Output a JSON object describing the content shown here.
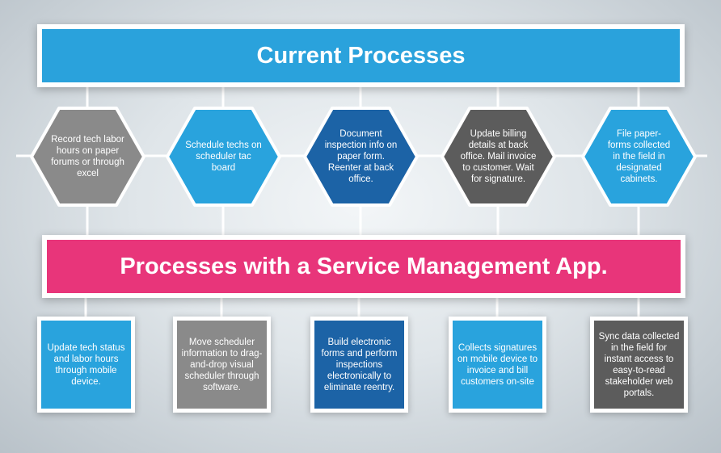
{
  "top_banner": {
    "title": "Current Processes",
    "color": "#2aa2dc"
  },
  "bottom_banner": {
    "title": "Processes with a Service Management App.",
    "color": "#e8357a"
  },
  "current_processes": [
    {
      "text": "Record tech labor hours on paper forums or through excel",
      "color": "#8a8a8a"
    },
    {
      "text": "Schedule techs on scheduler tac board",
      "color": "#29a3dd"
    },
    {
      "text": "Document inspection info on paper form. Reenter at back office.",
      "color": "#1c63a6"
    },
    {
      "text": "Update billing details at back office. Mail invoice to customer. Wait for signature.",
      "color": "#5c5c5c"
    },
    {
      "text": "File paper-forms collected in the field in designated cabinets.",
      "color": "#29a3dd"
    }
  ],
  "app_processes": [
    {
      "text": "Update tech status and labor hours through mobile device.",
      "color": "#29a3dd"
    },
    {
      "text": "Move scheduler information to drag-and-drop visual scheduler through software.",
      "color": "#8a8a8a"
    },
    {
      "text": "Build electronic forms and perform inspections electronically to eliminate reentry.",
      "color": "#1c63a6"
    },
    {
      "text": "Collects signatures on mobile device to invoice and bill customers on-site",
      "color": "#29a3dd"
    },
    {
      "text": "Sync data collected in the field for instant access to easy-to-read stakeholder web portals.",
      "color": "#5c5c5c"
    }
  ]
}
